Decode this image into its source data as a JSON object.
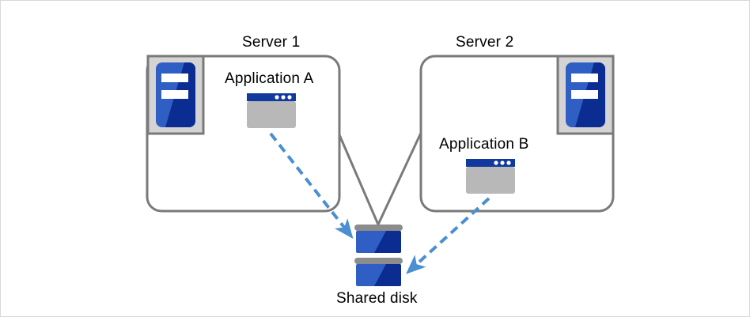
{
  "diagram": {
    "type": "cluster-shared-disk-architecture",
    "colors": {
      "box_border": "#7a7a7a",
      "icon_frame_fill": "#d4d4d4",
      "icon_frame_border": "#7a7a7a",
      "blue_light": "#2f5fc4",
      "blue_dark": "#0b2c91",
      "window_titlebar": "#123a9e",
      "window_body": "#b8b8b8",
      "arrow_blue": "#4a8fd0",
      "disk_bar_gray": "#8c8c8c",
      "connector_gray": "#7a7a7a",
      "canvas_border": "#d8d8d8",
      "text": "#000000"
    },
    "servers": [
      {
        "id": "server-1",
        "title": "Server 1",
        "application_label": "Application A",
        "icon": "server-icon",
        "icon_position": "top-left",
        "app_icon": "application-window-icon"
      },
      {
        "id": "server-2",
        "title": "Server 2",
        "application_label": "Application B",
        "icon": "server-icon",
        "icon_position": "top-right",
        "app_icon": "application-window-icon"
      }
    ],
    "storage": {
      "id": "shared-disk",
      "label": "Shared disk",
      "icon": "disk-stack-icon",
      "platters": 2
    },
    "connections": [
      {
        "id": "connector-server1-disk",
        "style": "solid",
        "color": "#7a7a7a",
        "from": "server-1",
        "to": "shared-disk",
        "arrow": false
      },
      {
        "id": "connector-server2-disk",
        "style": "solid",
        "color": "#7a7a7a",
        "from": "server-2",
        "to": "shared-disk",
        "arrow": false
      },
      {
        "id": "access-application-a-disk",
        "style": "dashed",
        "color": "#4a8fd0",
        "from": "Application A",
        "to": "Shared disk",
        "arrow": true
      },
      {
        "id": "access-application-b-disk",
        "style": "dashed",
        "color": "#4a8fd0",
        "from": "Application B",
        "to": "Shared disk",
        "arrow": true
      }
    ]
  }
}
